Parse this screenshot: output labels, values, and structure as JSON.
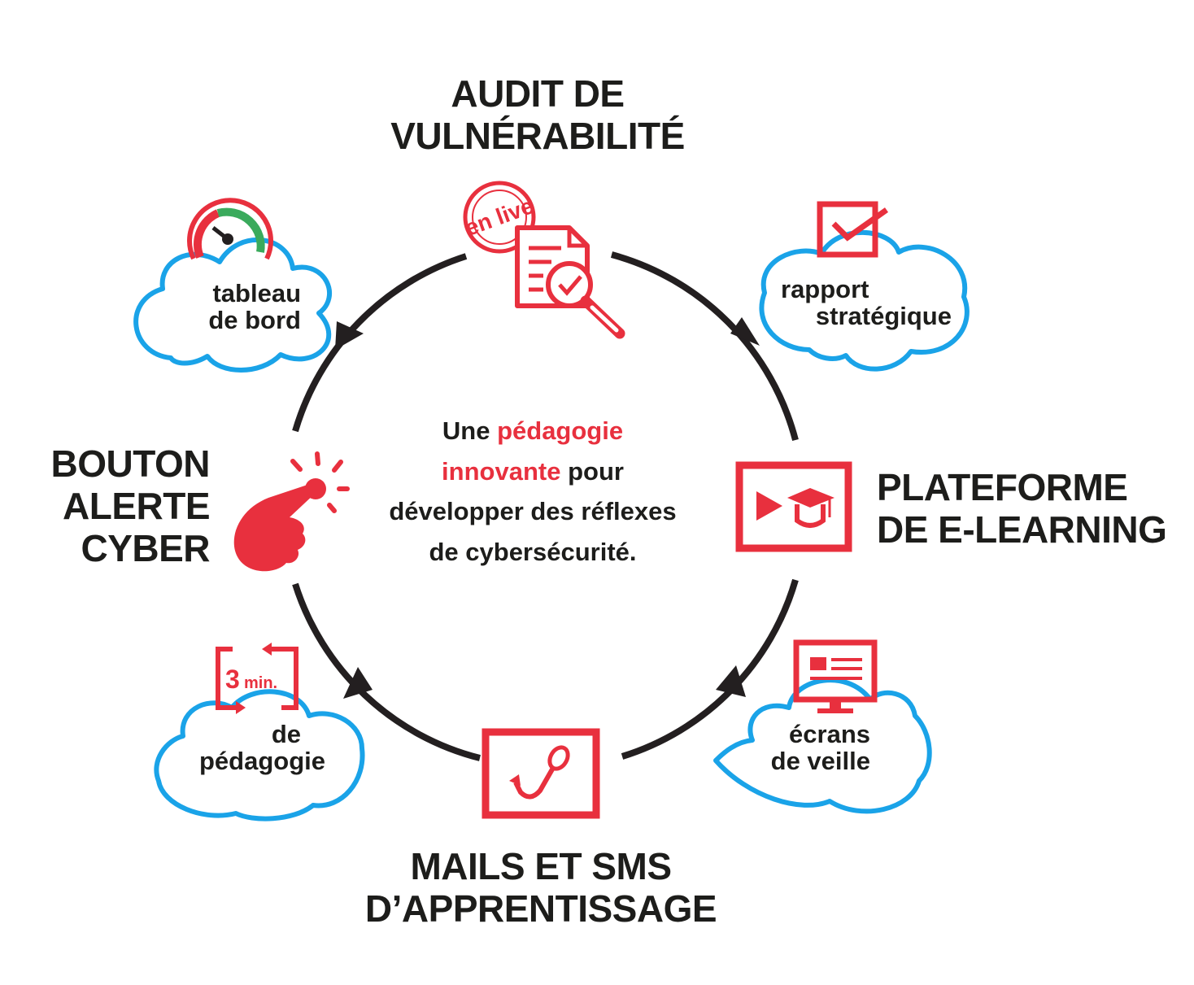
{
  "colors": {
    "accent": "#e8303e",
    "cloud": "#1aa3e8",
    "ring": "#231f20",
    "text": "#1d1d1b",
    "gauge_green": "#3aaa5c"
  },
  "steps": {
    "audit": {
      "line1": "AUDIT DE",
      "line2": "VULNÉRABILITÉ",
      "icon": "document-magnifier-icon",
      "badge": "en live"
    },
    "elearning": {
      "line1": "PLATEFORME",
      "line2": "DE E-LEARNING",
      "icon": "play-graduation-cap-icon"
    },
    "mails": {
      "line1": "MAILS ET SMS",
      "line2": "D’APPRENTISSAGE",
      "icon": "phishing-hook-icon"
    },
    "alert": {
      "line1": "BOUTON",
      "line2": "ALERTE",
      "line3": "CYBER",
      "icon": "hand-pressing-button-icon"
    }
  },
  "clouds": {
    "dashboard": {
      "line1": "tableau",
      "line2": "de bord",
      "icon": "gauge-icon"
    },
    "report": {
      "line1": "rapport",
      "line2": "stratégique",
      "icon": "checkbox-icon"
    },
    "screens": {
      "line1": "écrans",
      "line2": "de veille",
      "icon": "monitor-icon"
    },
    "pedagogy": {
      "line1": "de",
      "line2": "pédagogie",
      "icon": "timer-loop-icon",
      "badge_number": "3",
      "badge_unit": "min."
    }
  },
  "center": {
    "part1": "Une ",
    "accent1": "pédagogie",
    "accent2": "innovante",
    "part2": " pour",
    "line3": "développer des réflexes",
    "line4": "de cybersécurité."
  }
}
